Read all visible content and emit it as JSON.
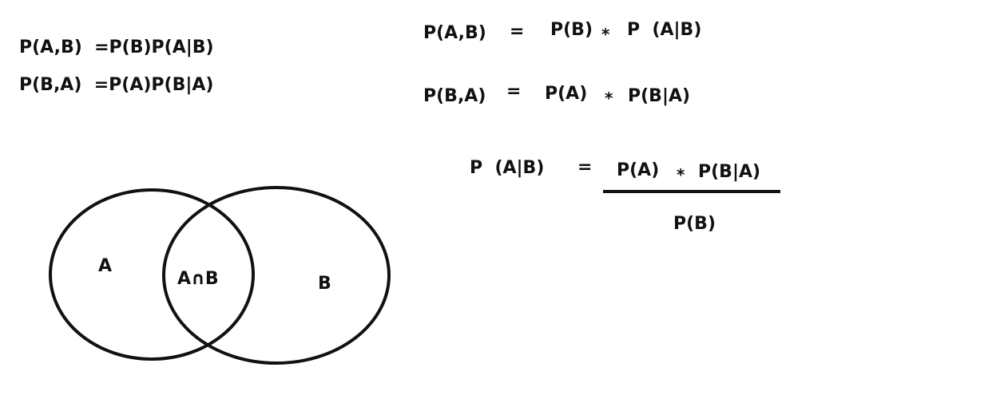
{
  "colors": {
    "ink": "#111111",
    "background": "#ffffff"
  },
  "left_equations": {
    "joint_ab": "P(A,B)  =P(B)P(A|B)",
    "joint_ba": "P(B,A)  =P(A)P(B|A)"
  },
  "right_equations": {
    "row1": {
      "lhs": "P(A,B)",
      "eq": "=",
      "term1": "P(B)",
      "op": "*",
      "term2": "P  (A|B)"
    },
    "row2": {
      "lhs": "P(B,A)",
      "eq": "=",
      "term1": "P(A)",
      "op": "*",
      "term2": "P(B|A)"
    },
    "bayes": {
      "lhs": "P  (A|B)",
      "eq": "=",
      "num_term1": "P(A)",
      "num_op": "*",
      "num_term2": "P(B|A)",
      "denominator": "P(B)"
    }
  },
  "venn": {
    "label_a": "A",
    "label_intersection": "A∩B",
    "label_b": "B"
  }
}
